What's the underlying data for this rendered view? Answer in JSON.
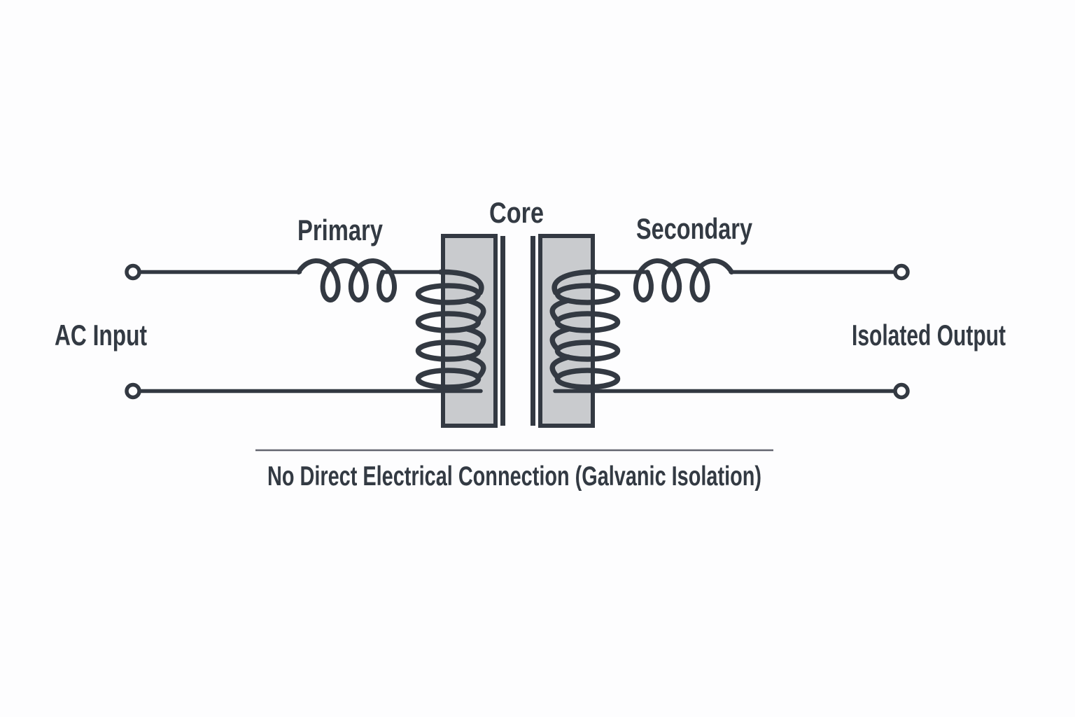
{
  "labels": {
    "primary": "Primary",
    "core": "Core",
    "secondary": "Secondary",
    "ac_input": "AC Input",
    "isolated_output": "Isolated Output",
    "isolation_note": "No Direct Electrical Connection (Galvanic Isolation)"
  },
  "colors": {
    "line": "#333942",
    "core_fill": "#c9cbce",
    "divider": "#63656f",
    "text": "#333a43",
    "background": "#fdfdfe"
  }
}
